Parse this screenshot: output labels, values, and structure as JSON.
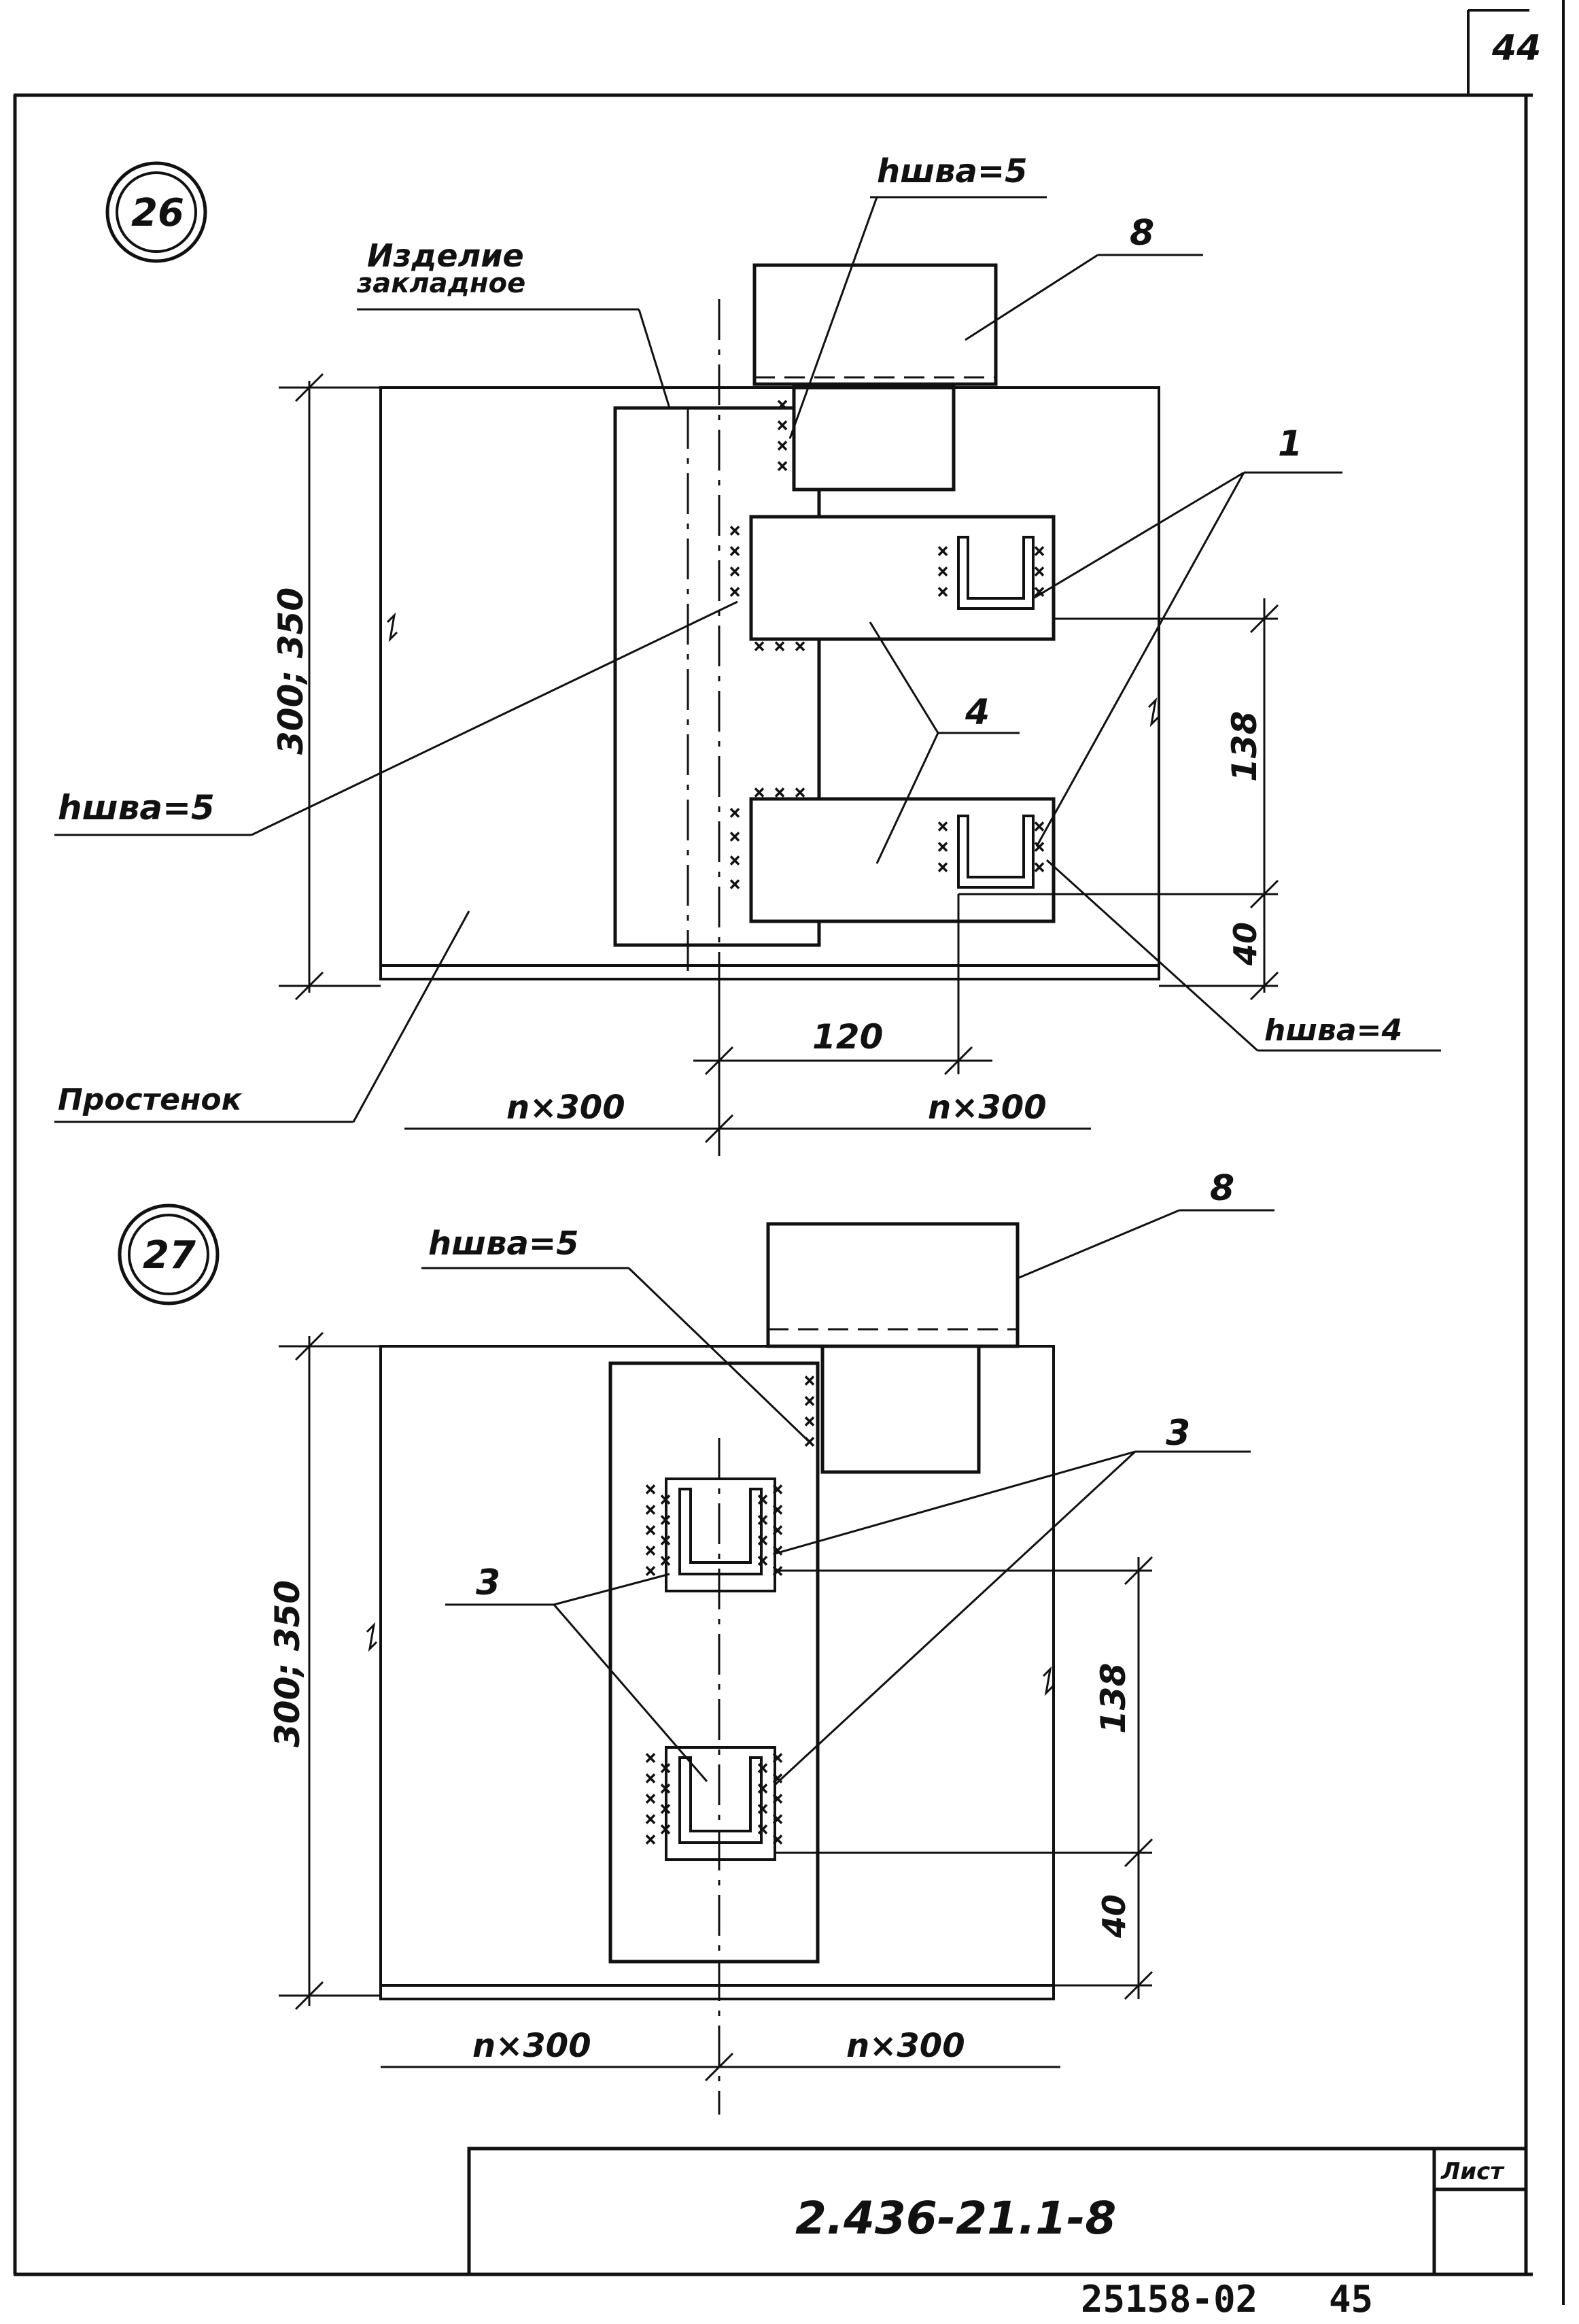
{
  "sheet": {
    "page_number": "44",
    "drawing_code": "2.436-21.1-8",
    "sheet_label": "Лист",
    "archive_number": "25158-02",
    "archive_page": "45"
  },
  "detail_26": {
    "number": "26",
    "embedded_part_label_line1": "Изделие",
    "embedded_part_label_line2": "закладное",
    "weld_top": "hшва=5",
    "weld_left": "hшва=5",
    "weld_right": "hшва=4",
    "callout_8": "8",
    "callout_1": "1",
    "callout_4": "4",
    "dim_height": "300; 350",
    "dim_138": "138",
    "dim_40": "40",
    "dim_120": "120",
    "dim_left": "n×300",
    "dim_right": "n×300",
    "pier_label": "Простенок"
  },
  "detail_27": {
    "number": "27",
    "weld_top": "hшва=5",
    "callout_8": "8",
    "callout_3_right": "3",
    "callout_3_left": "3",
    "dim_height": "300; 350",
    "dim_138": "138",
    "dim_40": "40",
    "dim_left": "n×300",
    "dim_right": "n×300"
  }
}
